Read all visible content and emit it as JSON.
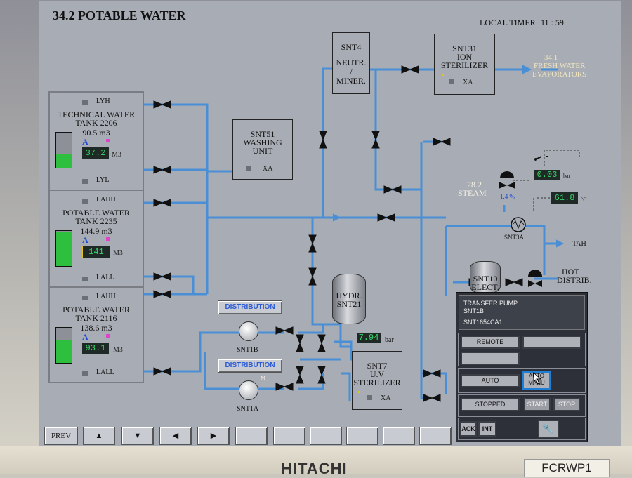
{
  "page": {
    "title": "34.2 POTABLE WATER",
    "timer_label": "LOCAL TIMER",
    "timer_value": "11 : 59"
  },
  "tanks": [
    {
      "top_level": "LYH",
      "name_line1": "TECHNICAL WATER",
      "name_line2": "TANK 2206",
      "volume": "90.5 m3",
      "a_label": "A",
      "reading": "37.2",
      "unit": "M3",
      "bottom_level": "LYL",
      "fill_fraction": 0.4
    },
    {
      "top_level": "LAHH",
      "name_line1": "POTABLE WATER",
      "name_line2": "TANK 2235",
      "volume": "144.9 m3",
      "a_label": "A",
      "reading": "141",
      "unit": "M3",
      "bottom_level": "LALL",
      "fill_fraction": 0.97
    },
    {
      "top_level": "LAHH",
      "name_line1": "POTABLE WATER",
      "name_line2": "TANK 2116",
      "volume": "138.6 m3",
      "a_label": "A",
      "reading": "93.1",
      "unit": "M3",
      "bottom_level": "LALL",
      "fill_fraction": 0.65
    }
  ],
  "units": {
    "snt4": {
      "line1": "SNT4",
      "line2": "NEUTR.",
      "line3": "/",
      "line4": "MINER."
    },
    "snt31": {
      "line1": "SNT31",
      "line2": "ION",
      "line3": "STERILIZER",
      "status": "XA"
    },
    "snt51": {
      "line1": "SNT51",
      "line2": "WASHING",
      "line3": "UNIT",
      "status": "XA"
    },
    "snt7": {
      "line1": "SNT7",
      "line2": "U.V",
      "line3": "STERILIZER",
      "status": "XA"
    },
    "hydr": {
      "line1": "HYDR.",
      "line2": "SNT21",
      "pressure": "7.94",
      "unit": "bar"
    },
    "snt10": {
      "line1": "SNT10",
      "line2": "ELECT."
    }
  },
  "fresh_water": {
    "line1": "34.1",
    "line2": "FRESH WATER",
    "line3": "EVAPORATORS"
  },
  "steam": {
    "value": "28.2",
    "label": "STEAM",
    "valve_pct": "1.4 %"
  },
  "heater": {
    "pressure": "0.03",
    "pressure_unit": "bar",
    "temperature": "61.8",
    "temp_unit": "°C",
    "exchanger": "SNT3A"
  },
  "hot_distrib": {
    "alarm": "TAH",
    "line1": "HOT",
    "line2": "DISTRIB."
  },
  "pumps": {
    "distribution_label": "DISTRIBUTION",
    "pump_b": "SNT1B",
    "pump_a": "SNT1A",
    "motor_tag": "M"
  },
  "popup": {
    "title_line1": "TRANSFER PUMP",
    "title_line2": "SNT1B",
    "tag": "SNT1654CA1",
    "remote": "REMOTE",
    "auto": "AUTO",
    "auto_manu_line1": "AUTO",
    "auto_manu_line2": "MANU",
    "stopped": "STOPPED",
    "start": "START",
    "stop": "STOP",
    "ack": "ACK",
    "int": "INT"
  },
  "nav": {
    "prev": "PREV"
  },
  "bezel": {
    "brand": "HITACHI",
    "model": "FCRWP1"
  },
  "colors": {
    "pipe": "#4a8fd6",
    "screen_bg": "#a8acb4",
    "display_bg": "#1f2a26",
    "display_text": "#37d46a",
    "tank_fill": "#2fbf3f",
    "steam_text": "#f4f1e4",
    "fresh_water_text": "#f0e6c0"
  }
}
